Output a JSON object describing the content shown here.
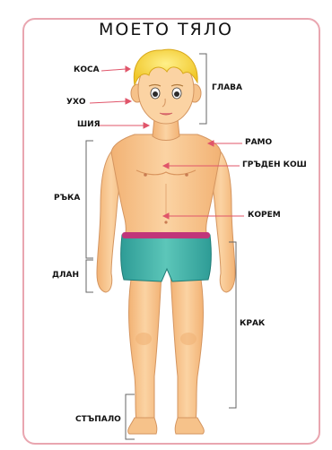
{
  "title": "МОЕТО ТЯЛО",
  "labels": {
    "hair": "КОСА",
    "ear": "УХО",
    "neck": "ШИЯ",
    "head": "ГЛАВА",
    "shoulder": "РАМО",
    "chest": "ГРЪДЕН КОШ",
    "arm": "РЪКА",
    "belly": "КОРЕМ",
    "palm": "ДЛАН",
    "leg": "КРАК",
    "foot": "СТЪПАЛО"
  },
  "colors": {
    "frame": "#e9a6b0",
    "skin": "#f6c58f",
    "hair": "#f7d94a",
    "shorts": "#3fb3a8",
    "waistband": "#c0367a"
  }
}
